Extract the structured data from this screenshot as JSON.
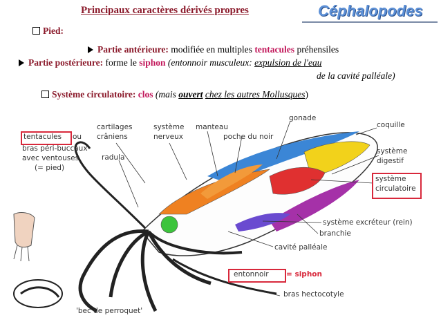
{
  "header": {
    "title": "Principaux caractères dérivés propres",
    "brand": "Céphalopodes"
  },
  "bullets": {
    "pied": "Pied:",
    "anterior_label": "Partie antérieure:",
    "anterior_text": "modifiée en multiples",
    "anterior_hl": "tentacules",
    "anterior_tail": "préhensiles",
    "posterior_label": "Partie postérieure:",
    "posterior_text": "forme le",
    "posterior_hl": "siphon",
    "posterior_paren_a": "(entonnoir musculeux:",
    "posterior_paren_b": "expulsion de l'eau",
    "posterior_paren_c": "de la cavité palléale",
    "circ_label": "Système circulatoire:",
    "circ_hl": "clos",
    "circ_paren_a": "(mais",
    "circ_paren_b": "ouvert",
    "circ_paren_c": "chez les autres Mollusques"
  },
  "diagram": {
    "tentacules": "tentacules",
    "ou": "ou",
    "bras1": "bras péri-buccaux",
    "bras2": "avec ventouses",
    "bras3": "(= pied)",
    "cartilages1": "cartilages",
    "cartilages2": "crâniens",
    "nerveux1": "système",
    "nerveux2": "nerveux",
    "manteau": "manteau",
    "poche": "poche du noir",
    "gonade": "gonade",
    "coquille": "coquille",
    "digestif1": "système",
    "digestif2": "digestif",
    "circ1": "système",
    "circ2": "circulatoire",
    "radula": "radula",
    "excreteur": "système excréteur (rein)",
    "branchie": "branchie",
    "cavite": "cavité palléale",
    "entonnoir": "entonnoir",
    "siphon_eq": "= siphon",
    "hectocotyle": "bras hectocotyle",
    "bec": "'bec de perroquet'"
  }
}
